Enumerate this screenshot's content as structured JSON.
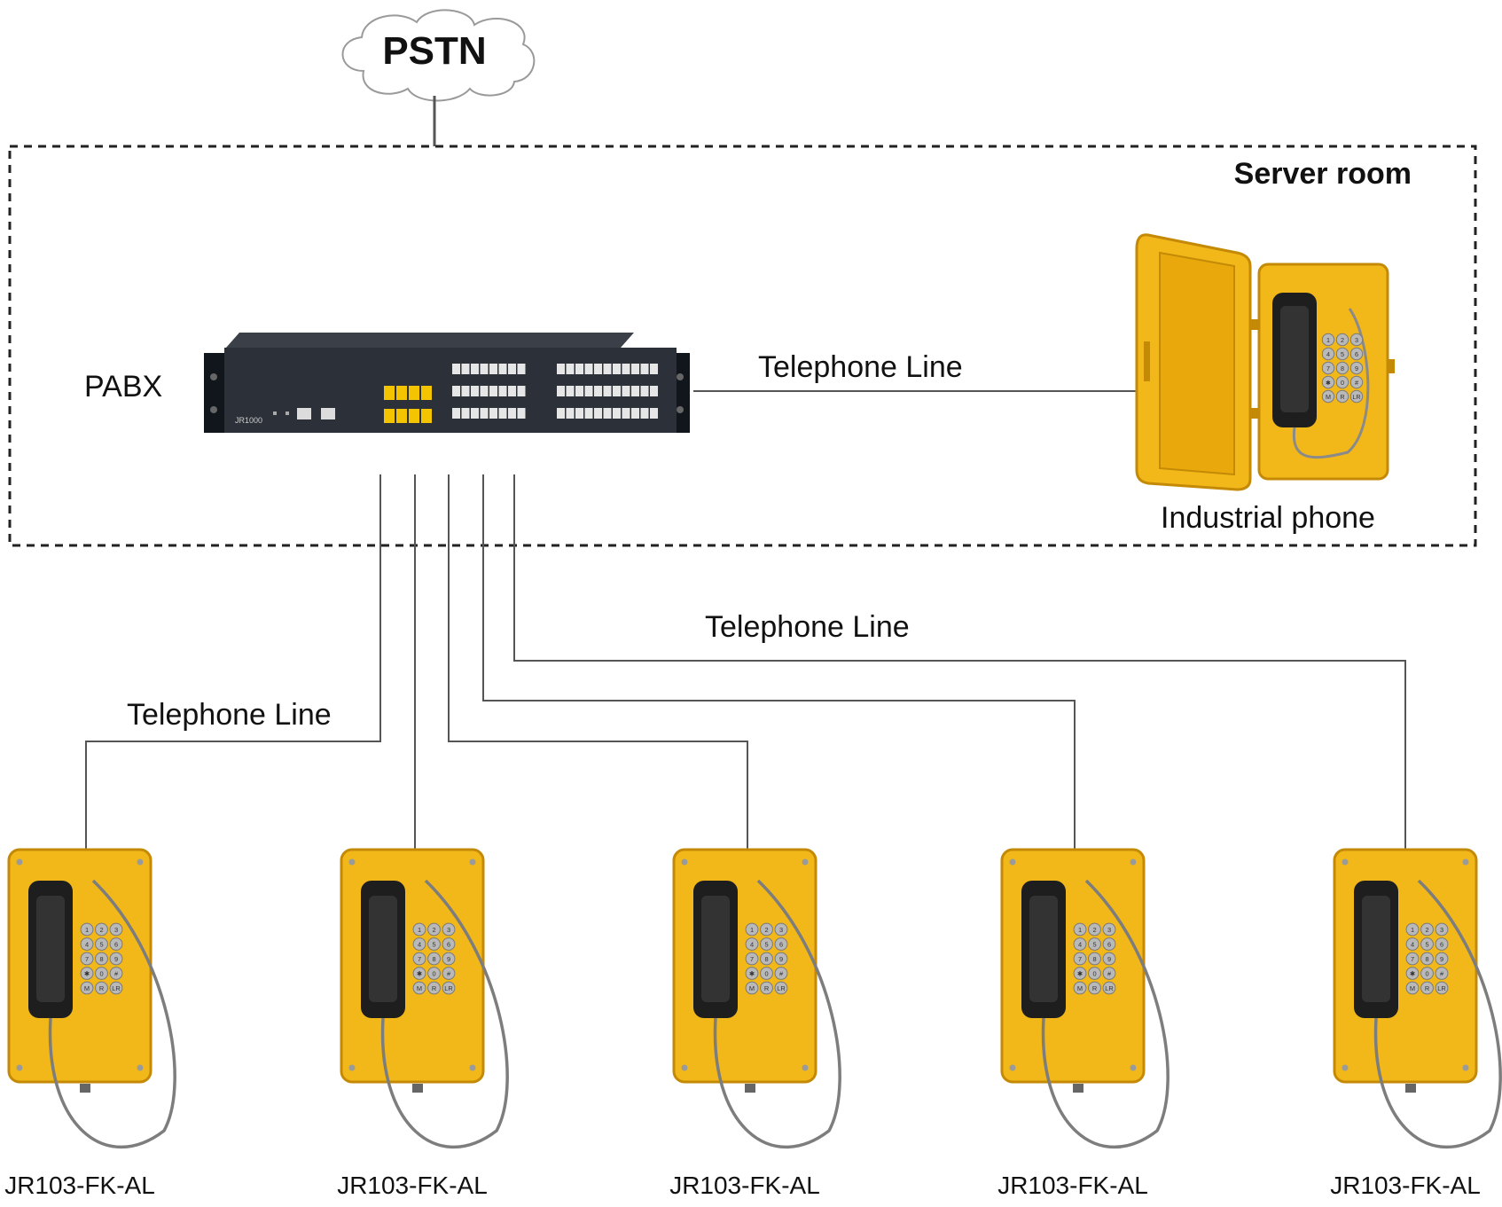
{
  "pstn": {
    "label": "PSTN"
  },
  "server_room": {
    "label": "Server room"
  },
  "pabx": {
    "label": "PABX",
    "model_text": "JR1000"
  },
  "industrial_phone": {
    "label": "Industrial phone"
  },
  "lines": {
    "server_link_label": "Telephone Line",
    "mid_label": "Telephone Line",
    "left_label": "Telephone Line"
  },
  "phones": [
    {
      "model": "JR103-FK-AL"
    },
    {
      "model": "JR103-FK-AL"
    },
    {
      "model": "JR103-FK-AL"
    },
    {
      "model": "JR103-FK-AL"
    },
    {
      "model": "JR103-FK-AL"
    }
  ],
  "keypad_keys": [
    "1",
    "2",
    "3",
    "4",
    "5",
    "6",
    "7",
    "8",
    "9",
    "✱",
    "0",
    "#",
    "M",
    "R",
    "LR"
  ],
  "colors": {
    "phone_yellow": "#f2b81a",
    "phone_edge": "#c48a06",
    "handset": "#1e1e1e",
    "pabx_body": "#2c3038",
    "line": "#555555",
    "port_yellow": "#f5c400"
  },
  "icons": {
    "cloud": "cloud-icon",
    "pabx": "pabx-device-icon",
    "phone": "industrial-phone-icon"
  }
}
